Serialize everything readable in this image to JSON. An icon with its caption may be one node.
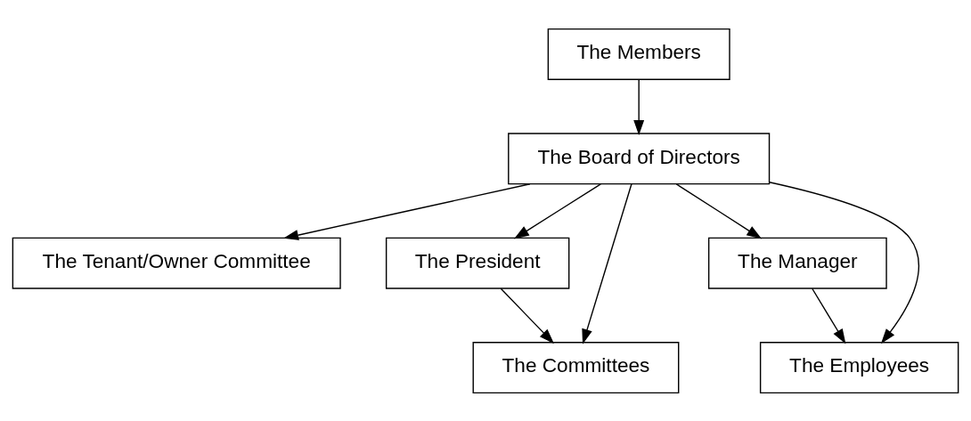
{
  "diagram": {
    "nodes": [
      {
        "text": [
          "The Members"
        ]
      },
      {
        "text": [
          "The Board of Directors"
        ]
      },
      {
        "text": [
          "The Tenant/Owner Committee"
        ]
      },
      {
        "text": [
          "The President"
        ]
      },
      {
        "text": [
          "The Manager"
        ]
      },
      {
        "text": [
          "The Committees"
        ]
      },
      {
        "text": [
          "The Employees"
        ]
      }
    ],
    "edges": [
      {
        "from": 0,
        "to": 1,
        "arrow": "to"
      },
      {
        "from": 1,
        "to": 2,
        "arrow": "to"
      },
      {
        "from": 1,
        "to": 5,
        "arrow": "to"
      },
      {
        "from": 1,
        "to": 3,
        "arrow": "to"
      },
      {
        "from": 1,
        "to": 6,
        "arrow": "to"
      },
      {
        "from": 1,
        "to": 4,
        "arrow": "to"
      },
      {
        "from": 3,
        "to": 5,
        "arrow": "to"
      },
      {
        "from": 4,
        "to": 6,
        "arrow": "to"
      }
    ]
  }
}
